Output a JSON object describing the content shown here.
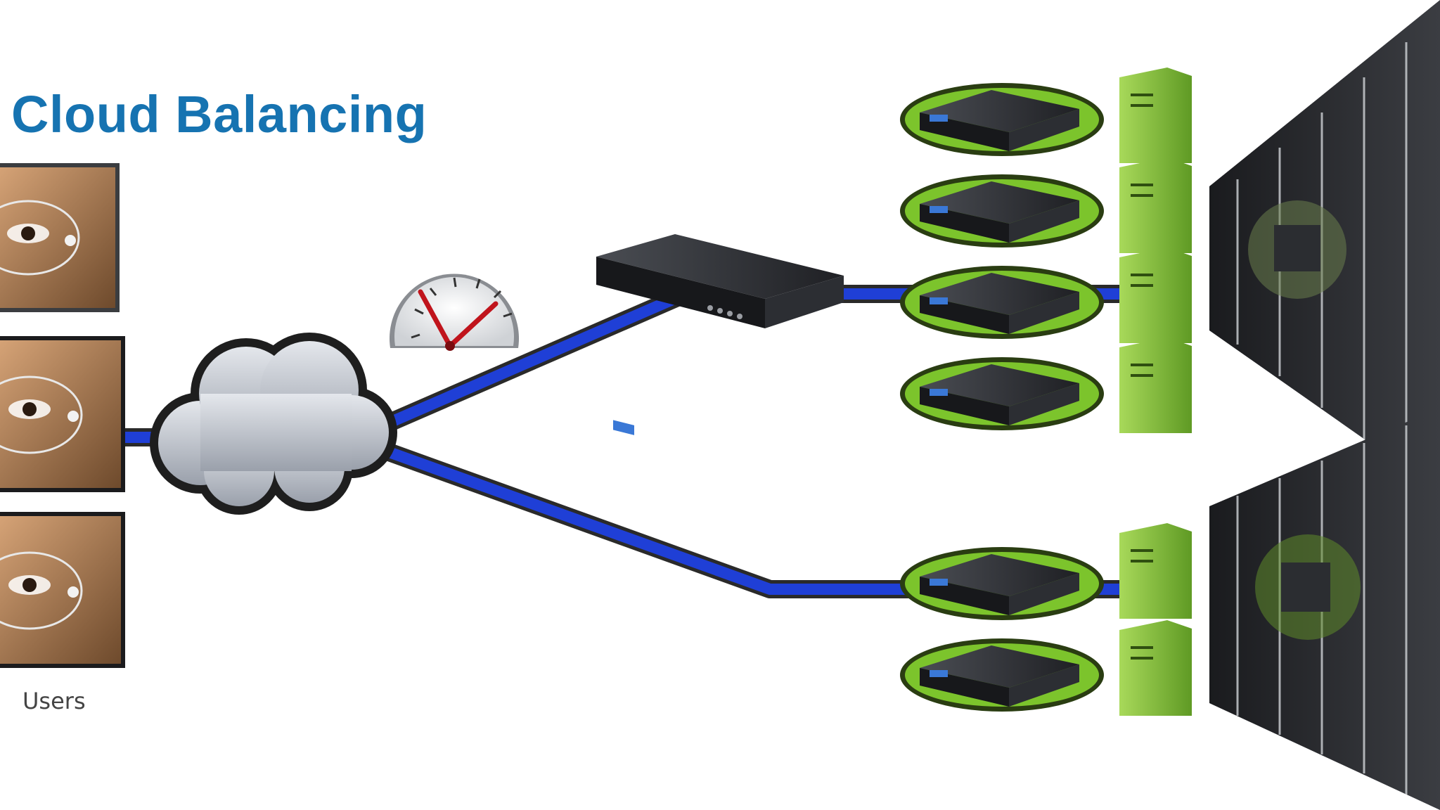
{
  "slide": {
    "title": "Cloud Balancing",
    "users_label": "Users"
  },
  "colors": {
    "title": "#1673b1",
    "link": "#1f3fd6",
    "server_green": "#8cc63f",
    "appliance_dark": "#2b2d31",
    "cloud": "#b9bec8",
    "gauge_needle": "#c0141c"
  },
  "diagram": {
    "nodes": [
      {
        "name": "user-1",
        "type": "user"
      },
      {
        "name": "user-2",
        "type": "user"
      },
      {
        "name": "user-3",
        "type": "user"
      },
      {
        "name": "internet-cloud",
        "type": "cloud"
      },
      {
        "name": "performance-gauge",
        "type": "gauge"
      },
      {
        "name": "mpx-appliance",
        "type": "load-balancer"
      },
      {
        "name": "vpx-appliances",
        "type": "virtual-load-balancer",
        "count": 6
      },
      {
        "name": "green-servers",
        "type": "server",
        "count": 6
      },
      {
        "name": "datacenter-racks",
        "type": "datacenter",
        "count": 2
      }
    ],
    "edges": [
      [
        "user-2",
        "internet-cloud"
      ],
      [
        "internet-cloud",
        "mpx-appliance"
      ],
      [
        "mpx-appliance",
        "vpx-appliances"
      ],
      [
        "internet-cloud",
        "vpx-appliances"
      ]
    ]
  }
}
